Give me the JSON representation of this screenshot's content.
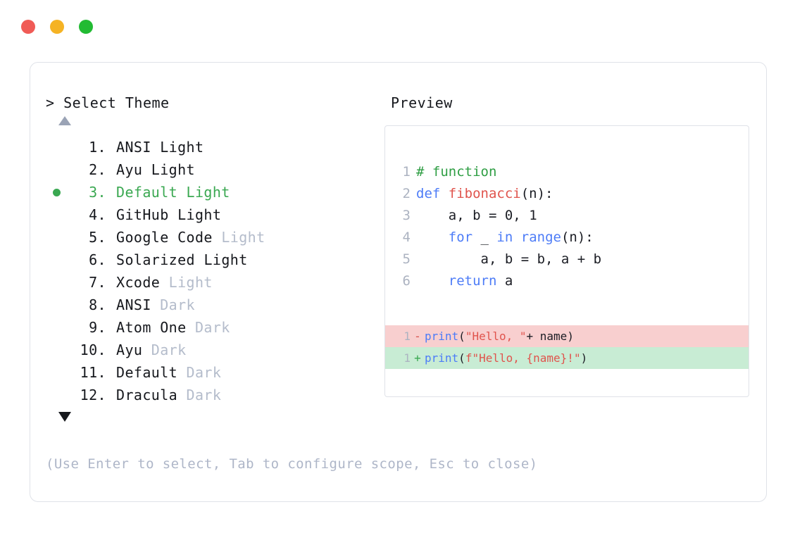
{
  "window": {
    "traffic_lights": [
      {
        "name": "close-button",
        "color": "#f05b56"
      },
      {
        "name": "minimize-button",
        "color": "#f5b324"
      },
      {
        "name": "maximize-button",
        "color": "#22bb33"
      }
    ]
  },
  "header": {
    "prompt": "> Select Theme",
    "preview_label": "Preview"
  },
  "scroll": {
    "up_arrow": "scroll-up-arrow",
    "down_arrow": "scroll-down-arrow"
  },
  "theme_list": {
    "selected_index": 3,
    "items": [
      {
        "index": "1.",
        "name": "ANSI",
        "variant": "Light",
        "variant_dim": false,
        "selected": false
      },
      {
        "index": "2.",
        "name": "Ayu",
        "variant": "Light",
        "variant_dim": false,
        "selected": false
      },
      {
        "index": "3.",
        "name": "Default",
        "variant": "Light",
        "variant_dim": false,
        "selected": true
      },
      {
        "index": "4.",
        "name": "GitHub",
        "variant": "Light",
        "variant_dim": false,
        "selected": false
      },
      {
        "index": "5.",
        "name": "Google Code",
        "variant": "Light",
        "variant_dim": true,
        "selected": false
      },
      {
        "index": "6.",
        "name": "Solarized",
        "variant": "Light",
        "variant_dim": false,
        "selected": false
      },
      {
        "index": "7.",
        "name": "Xcode",
        "variant": "Light",
        "variant_dim": true,
        "selected": false
      },
      {
        "index": "8.",
        "name": "ANSI",
        "variant": "Dark",
        "variant_dim": true,
        "selected": false
      },
      {
        "index": "9.",
        "name": "Atom One",
        "variant": "Dark",
        "variant_dim": true,
        "selected": false
      },
      {
        "index": "10.",
        "name": "Ayu",
        "variant": "Dark",
        "variant_dim": true,
        "selected": false
      },
      {
        "index": "11.",
        "name": "Default",
        "variant": "Dark",
        "variant_dim": true,
        "selected": false
      },
      {
        "index": "12.",
        "name": "Dracula",
        "variant": "Dark",
        "variant_dim": true,
        "selected": false
      }
    ]
  },
  "footer": {
    "hint": "(Use Enter to select, Tab to configure scope, Esc to close)"
  },
  "preview": {
    "code_lines": [
      {
        "gutter": "1",
        "tokens": [
          {
            "t": "# function",
            "c": "tok-comment"
          }
        ]
      },
      {
        "gutter": "2",
        "tokens": [
          {
            "t": "def ",
            "c": "tok-keyword"
          },
          {
            "t": "fibonacci",
            "c": "tok-func"
          },
          {
            "t": "(n):",
            "c": "tok-plain"
          }
        ]
      },
      {
        "gutter": "3",
        "tokens": [
          {
            "t": "    a, b = ",
            "c": "tok-plain"
          },
          {
            "t": "0",
            "c": "tok-number"
          },
          {
            "t": ", ",
            "c": "tok-plain"
          },
          {
            "t": "1",
            "c": "tok-number"
          }
        ]
      },
      {
        "gutter": "4",
        "tokens": [
          {
            "t": "    ",
            "c": "tok-plain"
          },
          {
            "t": "for",
            "c": "tok-keyword"
          },
          {
            "t": " _ ",
            "c": "tok-plain"
          },
          {
            "t": "in",
            "c": "tok-keyword"
          },
          {
            "t": " ",
            "c": "tok-plain"
          },
          {
            "t": "range",
            "c": "tok-builtin"
          },
          {
            "t": "(n):",
            "c": "tok-plain"
          }
        ]
      },
      {
        "gutter": "5",
        "tokens": [
          {
            "t": "        a, b = b, a + b",
            "c": "tok-plain"
          }
        ]
      },
      {
        "gutter": "6",
        "tokens": [
          {
            "t": "    ",
            "c": "tok-plain"
          },
          {
            "t": "return",
            "c": "tok-keyword"
          },
          {
            "t": " a",
            "c": "tok-plain"
          }
        ]
      }
    ],
    "diff_lines": [
      {
        "gutter": "1",
        "marker": "-",
        "kind": "removed",
        "tokens": [
          {
            "t": "print",
            "c": "tok-builtin"
          },
          {
            "t": "(",
            "c": "tok-plain"
          },
          {
            "t": "\"Hello, \"",
            "c": "tok-string"
          },
          {
            "t": " + name)",
            "c": "tok-plain"
          }
        ]
      },
      {
        "gutter": "1",
        "marker": "+",
        "kind": "added",
        "tokens": [
          {
            "t": "print",
            "c": "tok-builtin"
          },
          {
            "t": "(",
            "c": "tok-plain"
          },
          {
            "t": "f\"Hello, {name}!\"",
            "c": "tok-string"
          },
          {
            "t": ")",
            "c": "tok-plain"
          }
        ]
      }
    ]
  },
  "colors": {
    "selected_green": "#3aa851",
    "dim_gray": "#b4bccb",
    "text_dark": "#16181d",
    "border": "#dfe2e8",
    "diff_removed_bg": "#f8cfcf",
    "diff_added_bg": "#c8ecd4",
    "comment_green": "#2f9e44",
    "keyword_blue": "#4d7cf7",
    "string_red": "#e0544d"
  }
}
